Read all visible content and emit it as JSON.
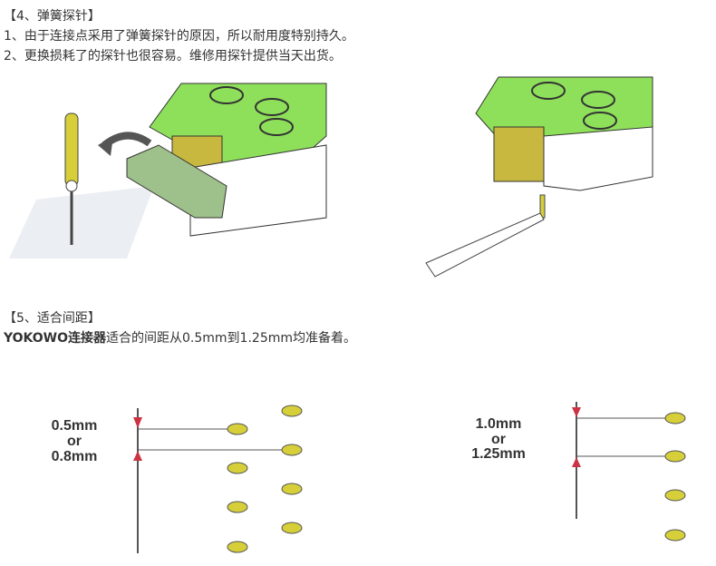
{
  "section4": {
    "heading": "【4、弹簧探针】",
    "lines": [
      "1、由于连接点采用了弹簧探针的原因，所以耐用度特别持久。",
      "2、更换损耗了的探针也很容易。维修用探针提供当天出货。"
    ]
  },
  "section5": {
    "heading": "【5、适合间距】",
    "brand": "YOKOWO连接器",
    "text": "适合的间距从0.5mm到1.25mm均准备着。"
  },
  "diagram_left": {
    "line1": "0.5mm",
    "line2": "or",
    "line3": "0.8mm"
  },
  "diagram_right": {
    "line1": "1.0mm",
    "line2": "or",
    "line3": "1.25mm"
  },
  "colors": {
    "connector_green": "#8ee05a",
    "pad_yellow": "#d6cf3a",
    "arrow_red": "#cc3344",
    "line": "#555555"
  }
}
